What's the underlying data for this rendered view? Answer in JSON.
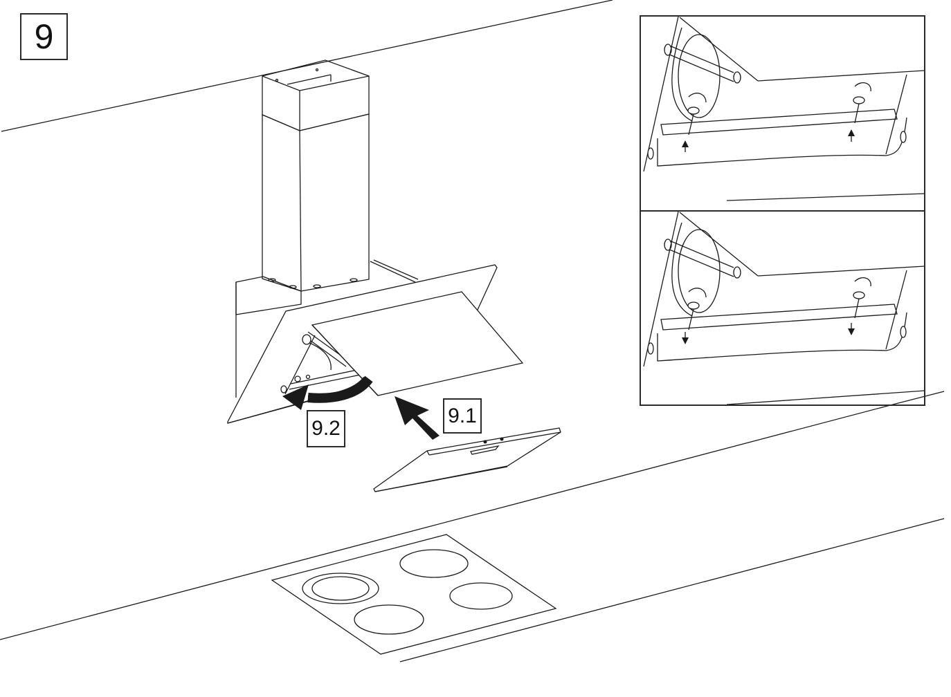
{
  "diagram": {
    "title": "Cooker hood filter installation - step 9",
    "step_number": "9",
    "sub_steps": [
      {
        "id": "9.1",
        "label": "9.1",
        "description": "Push grease filter up into the hood (arrow pointing up-left)"
      },
      {
        "id": "9.2",
        "label": "9.2",
        "description": "Rotate / close the glass panel (curved arrow)"
      }
    ],
    "insets": [
      {
        "name": "inset-top",
        "description": "Knob screws being loosened, arrows pointing up"
      },
      {
        "name": "inset-bottom",
        "description": "Knob screws being tightened, arrows pointing down"
      }
    ],
    "components": [
      "wall",
      "chimney-duct",
      "hood-body",
      "glass-panel",
      "grease-filter",
      "worktop",
      "hob-with-four-burners"
    ],
    "colors": {
      "line": "#1a1a1a",
      "background": "#ffffff",
      "arrow": "#1a1a1a"
    }
  }
}
